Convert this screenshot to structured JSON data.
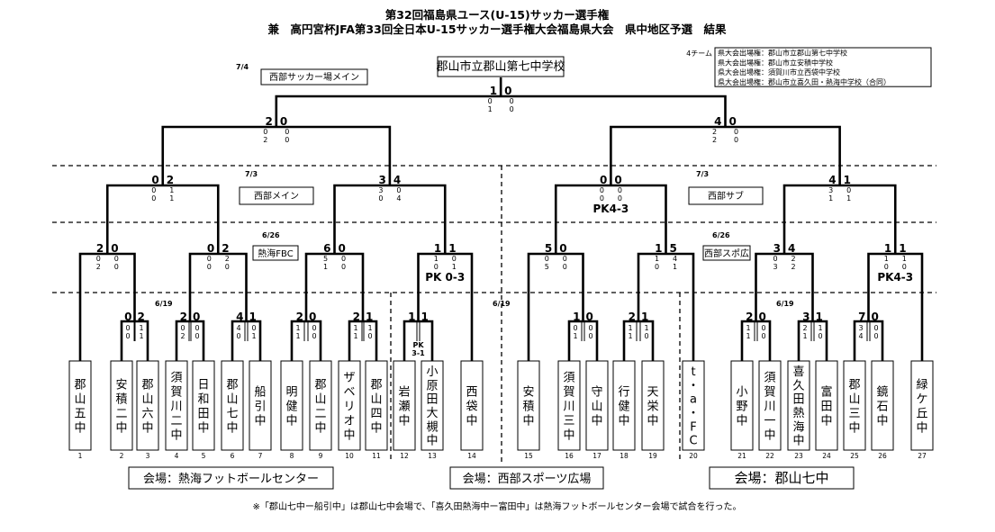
{
  "title_line1": "第32回福島県ユース(U-15)サッカー選手権",
  "title_line2": "兼　高円宮杯JFA第33回全日本U-15サッカー選手権大会福島県大会　県中地区予選　結果",
  "legend": {
    "heading": "4チーム",
    "rows": [
      "県大会出場権：郡山市立郡山第七中学校",
      "県大会出場権：郡山市立安積中学校",
      "県大会出場権：須賀川市立西袋中学校",
      "県大会出場権：郡山市立喜久田・熱海中学校（合同）"
    ]
  },
  "final": {
    "date": "7/4",
    "venue": "西部サッカー場メイン",
    "winner": "郡山市立郡山第七中学校",
    "score_left": "1",
    "score_right": "0",
    "half_left": [
      "0",
      "1"
    ],
    "half_right": [
      "0",
      "0"
    ]
  },
  "semifinals": [
    {
      "score_left": "2",
      "score_right": "0",
      "half_left": [
        "0",
        "2"
      ],
      "half_right": [
        "0",
        "0"
      ]
    },
    {
      "score_left": "4",
      "score_right": "0",
      "half_left": [
        "2",
        "2"
      ],
      "half_right": [
        "0",
        "0"
      ]
    }
  ],
  "quarterfinals": {
    "date_left": "7/3",
    "date_right": "7/3",
    "venue_left": "西部メイン",
    "venue_right": "西部サブ",
    "matches": [
      {
        "score_left": "0",
        "score_right": "2",
        "half_left": [
          "0",
          "0"
        ],
        "half_right": [
          "1",
          "1"
        ],
        "pk": ""
      },
      {
        "score_left": "3",
        "score_right": "4",
        "half_left": [
          "3",
          "0"
        ],
        "half_right": [
          "0",
          "4"
        ],
        "pk": ""
      },
      {
        "score_left": "0",
        "score_right": "0",
        "half_left": [
          "0",
          "0"
        ],
        "half_right": [
          "0",
          "0"
        ],
        "pk": "PK4-3"
      },
      {
        "score_left": "4",
        "score_right": "1",
        "half_left": [
          "3",
          "1"
        ],
        "half_right": [
          "0",
          "1"
        ],
        "pk": ""
      }
    ]
  },
  "round2": {
    "date_left": "6/26",
    "date_right": "6/26",
    "venue_left": "熱海FBC",
    "venue_right": "西部スポ広",
    "matches": [
      {
        "score_left": "2",
        "score_right": "0",
        "half_left": [
          "0",
          "2"
        ],
        "half_right": [
          "0",
          "0"
        ],
        "pk": ""
      },
      {
        "score_left": "0",
        "score_right": "2",
        "half_left": [
          "0",
          "0"
        ],
        "half_right": [
          "2",
          "0"
        ],
        "pk": ""
      },
      {
        "score_left": "6",
        "score_right": "0",
        "half_left": [
          "5",
          "1"
        ],
        "half_right": [
          "0",
          "0"
        ],
        "pk": ""
      },
      {
        "score_left": "1",
        "score_right": "1",
        "half_left": [
          "1",
          "0"
        ],
        "half_right": [
          "0",
          "1"
        ],
        "pk": "PK 0-3"
      },
      {
        "score_left": "5",
        "score_right": "0",
        "half_left": [
          "0",
          "5"
        ],
        "half_right": [
          "0",
          "0"
        ],
        "pk": ""
      },
      {
        "score_left": "1",
        "score_right": "5",
        "half_left": [
          "1",
          "0"
        ],
        "half_right": [
          "4",
          "1"
        ],
        "pk": ""
      },
      {
        "score_left": "3",
        "score_right": "4",
        "half_left": [
          "0",
          "3"
        ],
        "half_right": [
          "2",
          "2"
        ],
        "pk": ""
      },
      {
        "score_left": "1",
        "score_right": "1",
        "half_left": [
          "1",
          "0"
        ],
        "half_right": [
          "1",
          "0"
        ],
        "pk": "PK4-3"
      }
    ]
  },
  "round1": {
    "date_left": "6/19",
    "date_mid": "6/19",
    "date_right": "6/19",
    "matches": [
      {
        "score_left": "0",
        "score_right": "2",
        "half_left": [
          "0",
          "0"
        ],
        "half_right": [
          "1",
          "1"
        ],
        "pk": ""
      },
      {
        "score_left": "2",
        "score_right": "0",
        "half_left": [
          "0",
          "2"
        ],
        "half_right": [
          "0",
          "0"
        ],
        "pk": ""
      },
      {
        "score_left": "4",
        "score_right": "1",
        "half_left": [
          "4",
          "0"
        ],
        "half_right": [
          "0",
          "1"
        ],
        "pk": ""
      },
      {
        "score_left": "2",
        "score_right": "0",
        "half_left": [
          "1",
          "1"
        ],
        "half_right": [
          "0",
          "0"
        ],
        "pk": ""
      },
      {
        "score_left": "2",
        "score_right": "1",
        "half_left": [
          "1",
          "1"
        ],
        "half_right": [
          "1",
          "0"
        ],
        "pk": ""
      },
      {
        "score_left": "1",
        "score_right": "1",
        "half_left": [
          "",
          ""
        ],
        "half_right": [
          "",
          ""
        ],
        "pk": "PK\n3-1"
      },
      {
        "score_left": "1",
        "score_right": "0",
        "half_left": [
          "0",
          "1"
        ],
        "half_right": [
          "0",
          "0"
        ],
        "pk": ""
      },
      {
        "score_left": "2",
        "score_right": "1",
        "half_left": [
          "1",
          "1"
        ],
        "half_right": [
          "1",
          "0"
        ],
        "pk": ""
      },
      {
        "score_left": "2",
        "score_right": "0",
        "half_left": [
          "1",
          "1"
        ],
        "half_right": [
          "0",
          "0"
        ],
        "pk": ""
      },
      {
        "score_left": "3",
        "score_right": "1",
        "half_left": [
          "2",
          "1"
        ],
        "half_right": [
          "1",
          "0"
        ],
        "pk": ""
      },
      {
        "score_left": "7",
        "score_right": "0",
        "half_left": [
          "3",
          "4"
        ],
        "half_right": [
          "0",
          "0"
        ],
        "pk": ""
      }
    ]
  },
  "teams": [
    {
      "no": "1",
      "name": "郡山五中"
    },
    {
      "no": "2",
      "name": "安積二中"
    },
    {
      "no": "3",
      "name": "郡山六中"
    },
    {
      "no": "4",
      "name": "須賀川二中"
    },
    {
      "no": "5",
      "name": "日和田中"
    },
    {
      "no": "6",
      "name": "郡山七中"
    },
    {
      "no": "7",
      "name": "船引中"
    },
    {
      "no": "8",
      "name": "明健中"
    },
    {
      "no": "9",
      "name": "郡山二中"
    },
    {
      "no": "10",
      "name": "ザベリオ中"
    },
    {
      "no": "11",
      "name": "郡山四中"
    },
    {
      "no": "12",
      "name": "岩瀬中"
    },
    {
      "no": "13",
      "name": "小原田大槻中"
    },
    {
      "no": "14",
      "name": "西袋中"
    },
    {
      "no": "15",
      "name": "安積中"
    },
    {
      "no": "16",
      "name": "須賀川三中"
    },
    {
      "no": "17",
      "name": "守山中"
    },
    {
      "no": "18",
      "name": "行健中"
    },
    {
      "no": "19",
      "name": "天栄中"
    },
    {
      "no": "20",
      "name": "t・a・FC"
    },
    {
      "no": "21",
      "name": "小野中"
    },
    {
      "no": "22",
      "name": "須賀川一中"
    },
    {
      "no": "23",
      "name": "喜久田熱海中"
    },
    {
      "no": "24",
      "name": "富田中"
    },
    {
      "no": "25",
      "name": "郡山三中"
    },
    {
      "no": "26",
      "name": "鏡石中"
    },
    {
      "no": "27",
      "name": "緑ケ丘中"
    }
  ],
  "venues_bottom": [
    "会場：熱海フットボールセンター",
    "会場：西部スポーツ広場",
    "会場：郡山七中"
  ],
  "footnote": "※「郡山七中ー船引中」は郡山七中会場で、「喜久田熱海中ー富田中」は熱海フットボールセンター会場で試合を行った。"
}
